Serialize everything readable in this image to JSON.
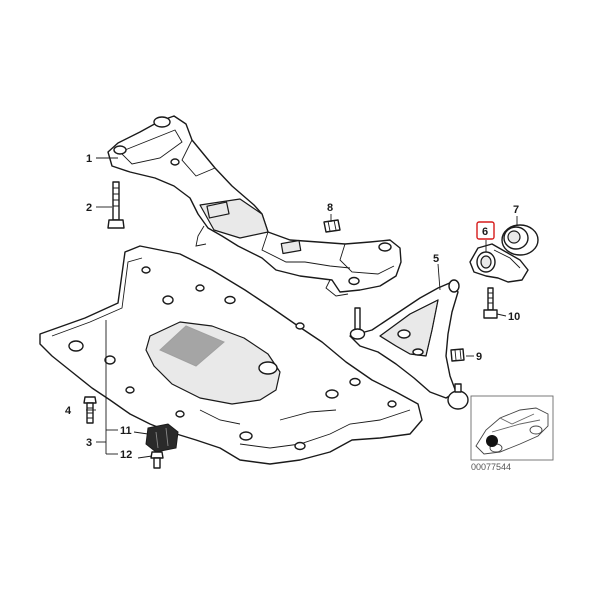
{
  "diagram": {
    "callouts": [
      {
        "id": "1",
        "label": "1"
      },
      {
        "id": "2",
        "label": "2"
      },
      {
        "id": "3",
        "label": "3"
      },
      {
        "id": "4",
        "label": "4"
      },
      {
        "id": "5",
        "label": "5"
      },
      {
        "id": "6",
        "label": "6",
        "highlighted": true
      },
      {
        "id": "7",
        "label": "7"
      },
      {
        "id": "8",
        "label": "8"
      },
      {
        "id": "9",
        "label": "9"
      },
      {
        "id": "10",
        "label": "10"
      },
      {
        "id": "11",
        "label": "11"
      },
      {
        "id": "12",
        "label": "12"
      }
    ],
    "reference_number": "00077544",
    "highlight_color": "#d61a1a"
  }
}
